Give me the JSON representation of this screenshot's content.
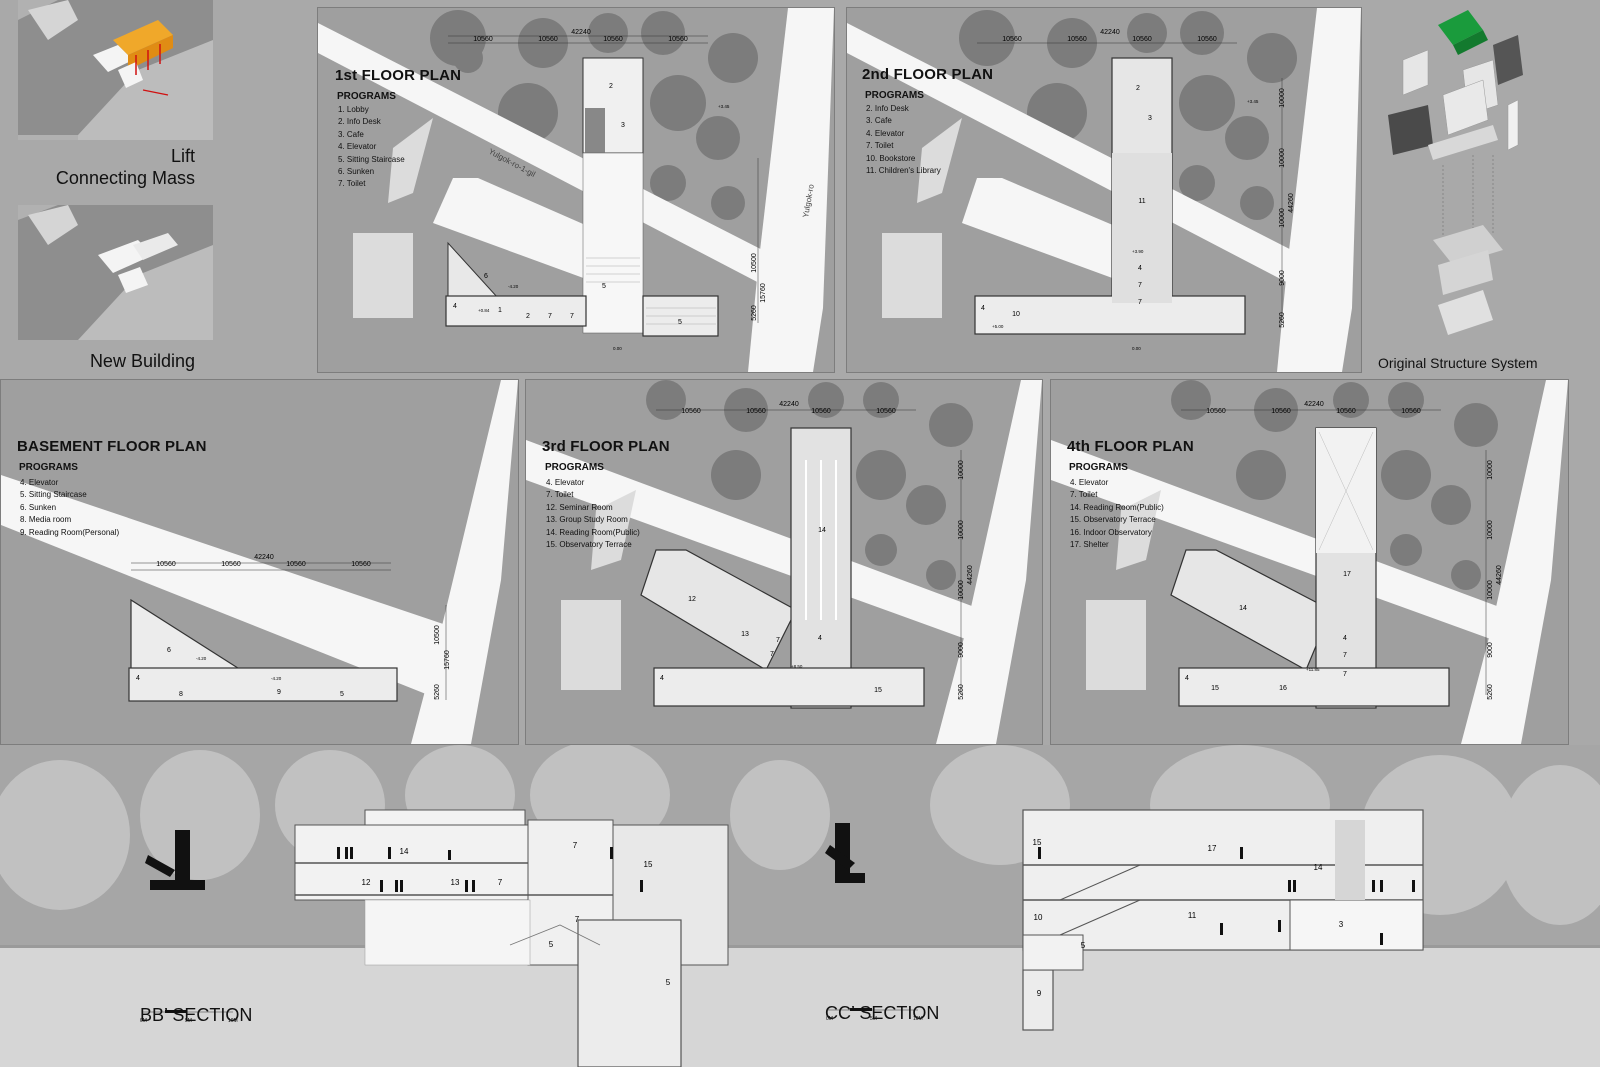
{
  "diagrams": {
    "lift": {
      "line1": "Lift",
      "line2": "Connecting Mass"
    },
    "new_building": {
      "label": "New Building"
    },
    "structure": {
      "label": "Original Structure System"
    }
  },
  "dims": {
    "span": "10560",
    "total": "42240",
    "v10000": "10000",
    "v9000": "9000",
    "v5260": "5260",
    "v10500": "10500",
    "v15760": "15760",
    "v44260": "44260"
  },
  "plans": {
    "first": {
      "title": "1st FLOOR PLAN",
      "programs_label": "PROGRAMS",
      "programs": [
        "1. Lobby",
        "2. Info Desk",
        "3. Cafe",
        "4. Elevator",
        "5. Sitting Staircase",
        "6. Sunken",
        "7. Toilet"
      ],
      "street1": "Yulgok-ro-1-gil",
      "street2": "Yulgok-ro",
      "levels": [
        "+3.45",
        "+0.84",
        "-4.20",
        "0.00"
      ]
    },
    "second": {
      "title": "2nd FLOOR PLAN",
      "programs_label": "PROGRAMS",
      "programs": [
        "2. Info Desk",
        "3. Cafe",
        "4. Elevator",
        "7. Toilet",
        "10. Bookstore",
        "11. Children's Library"
      ],
      "levels": [
        "+3.45",
        "+3.90",
        "+5.00",
        "0.00"
      ]
    },
    "basement": {
      "title": "BASEMENT FLOOR PLAN",
      "programs_label": "PROGRAMS",
      "programs": [
        "4. Elevator",
        "5. Sitting Staircase",
        "6. Sunken",
        "8. Media room",
        "9. Reading Room(Personal)"
      ],
      "levels": [
        "-4.20",
        "-4.20"
      ]
    },
    "third": {
      "title": "3rd FLOOR PLAN",
      "programs_label": "PROGRAMS",
      "programs": [
        "4. Elevator",
        "7. Toilet",
        "12. Seminar Room",
        "13. Group Study Room",
        "14. Reading Room(Public)",
        "15. Observatory Terrace"
      ],
      "levels": [
        "+8.50"
      ]
    },
    "fourth": {
      "title": "4th FLOOR PLAN",
      "programs_label": "PROGRAMS",
      "programs": [
        "4. Elevator",
        "7. Toilet",
        "14. Reading Room(Public)",
        "15. Observatory Terrace",
        "16. Indoor Observatory",
        "17. Shelter"
      ],
      "levels": [
        "+11.85"
      ]
    }
  },
  "room_numbers": {
    "n1": "1",
    "n2": "2",
    "n3": "3",
    "n4": "4",
    "n5": "5",
    "n6": "6",
    "n7": "7",
    "n8": "8",
    "n9": "9",
    "n10": "10",
    "n11": "11",
    "n12": "12",
    "n13": "13",
    "n14": "14",
    "n15": "15",
    "n16": "16",
    "n17": "17"
  },
  "sections": {
    "bb": {
      "title": "BB’ SECTION"
    },
    "cc": {
      "title": "CC’ SECTION"
    }
  },
  "scale": {
    "s0": "0M",
    "s5": "5M",
    "s10": "10M"
  }
}
